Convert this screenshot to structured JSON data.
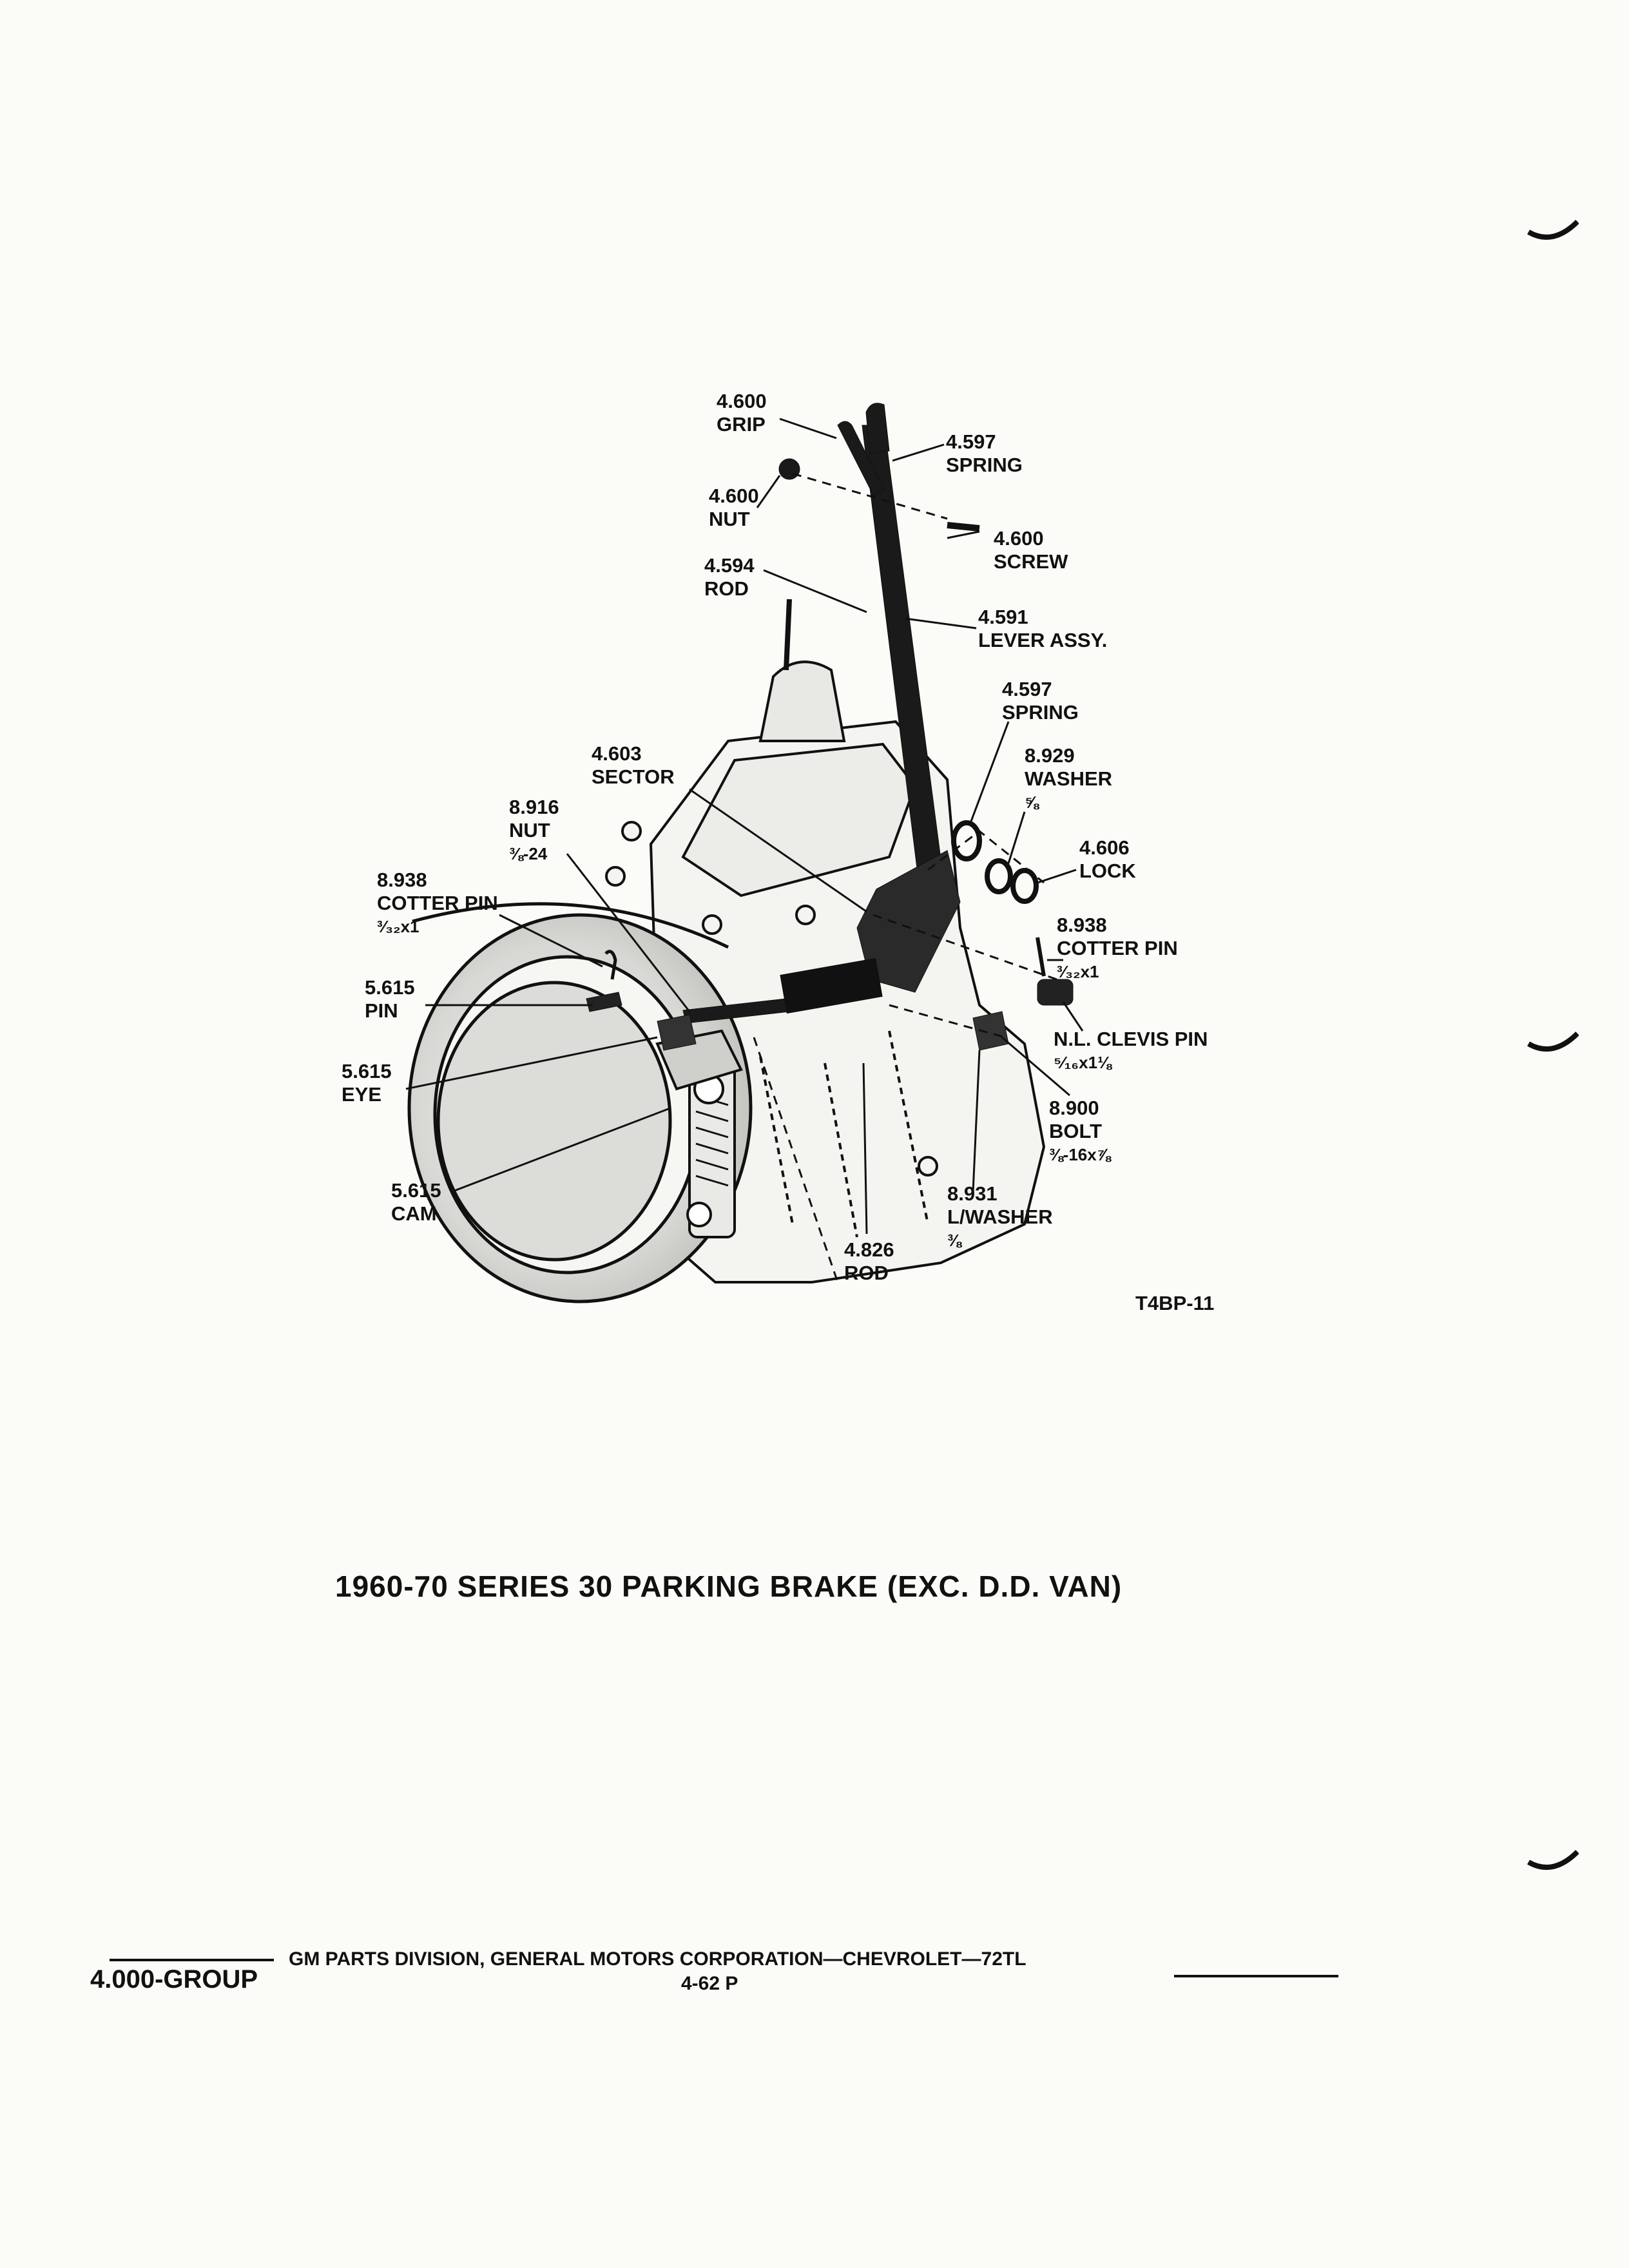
{
  "diagram_labels": [
    {
      "id": "grip",
      "code": "4.600",
      "name": "GRIP"
    },
    {
      "id": "spring-top",
      "code": "4.597",
      "name": "SPRING"
    },
    {
      "id": "nut-top",
      "code": "4.600",
      "name": "NUT"
    },
    {
      "id": "screw",
      "code": "4.600",
      "name": "SCREW"
    },
    {
      "id": "rod-upper",
      "code": "4.594",
      "name": "ROD"
    },
    {
      "id": "lever",
      "code": "4.591",
      "name": "LEVER ASSY."
    },
    {
      "id": "spring-mid",
      "code": "4.597",
      "name": "SPRING"
    },
    {
      "id": "washer",
      "code": "8.929",
      "name": "WASHER",
      "size": "⅝"
    },
    {
      "id": "sector",
      "code": "4.603",
      "name": "SECTOR"
    },
    {
      "id": "nut-mid",
      "code": "8.916",
      "name": "NUT",
      "size": "⅜-24"
    },
    {
      "id": "lock",
      "code": "4.606",
      "name": "LOCK"
    },
    {
      "id": "cotter-left",
      "code": "8.938",
      "name": "COTTER PIN",
      "size": "³⁄₃₂x1"
    },
    {
      "id": "cotter-right",
      "code": "8.938",
      "name": "COTTER PIN",
      "size": "³⁄₃₂x1"
    },
    {
      "id": "pin",
      "code": "5.615",
      "name": "PIN"
    },
    {
      "id": "clevis",
      "code": "",
      "name": "N.L. CLEVIS PIN",
      "size": "⁵⁄₁₆x1⅛"
    },
    {
      "id": "eye",
      "code": "5.615",
      "name": "EYE"
    },
    {
      "id": "bolt",
      "code": "8.900",
      "name": "BOLT",
      "size": "⅜-16x⅞"
    },
    {
      "id": "lwasher",
      "code": "8.931",
      "name": "L/WASHER",
      "size": "⅜"
    },
    {
      "id": "cam",
      "code": "5.615",
      "name": "CAM"
    },
    {
      "id": "rod-lower",
      "code": "4.826",
      "name": "ROD"
    }
  ],
  "figure_code": "T4BP-11",
  "title": "1960-70 SERIES 30 PARKING BRAKE (EXC. D.D. VAN)",
  "footer": {
    "group": "4.000-GROUP",
    "text": "GM PARTS DIVISION, GENERAL MOTORS CORPORATION—CHEVROLET—72TL",
    "page": "4-62 P"
  }
}
